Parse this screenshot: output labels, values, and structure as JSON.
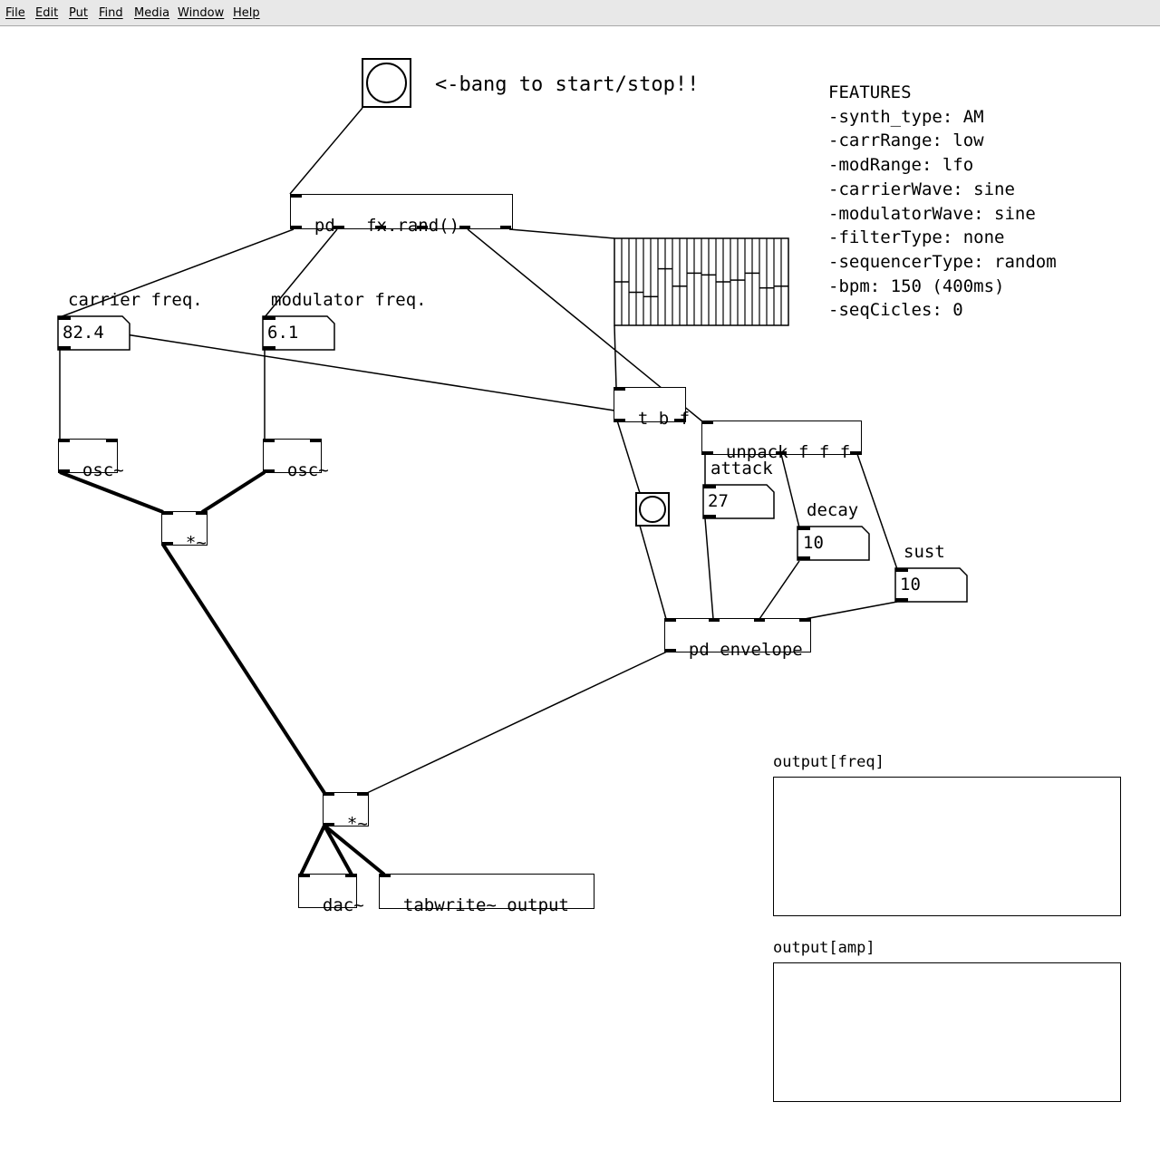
{
  "menu": [
    "File",
    "Edit",
    "Put",
    "Find",
    "Media",
    "Window",
    "Help"
  ],
  "start_label": "<-bang to start/stop!!",
  "features": {
    "title": "FEATURES",
    "items": [
      "-synth_type: AM",
      "-carrRange: low",
      "-modRange: lfo",
      "-carrierWave: sine",
      "-modulatorWave: sine",
      "-filterType: none",
      "-sequencerType: random",
      "-bpm: 150 (400ms)",
      "-seqCicles: 0"
    ]
  },
  "objects": {
    "fx_rand": "pd   fx.rand()",
    "osc_carrier": "osc~",
    "osc_modulator": "osc~",
    "mult_1": "*~",
    "mult_2": "*~",
    "dac": "dac~",
    "tabwrite": "tabwrite~ output",
    "trigger": "t b f",
    "unpack": "unpack f f f",
    "envelope": "pd envelope"
  },
  "labels": {
    "carrier": "carrier freq.",
    "modulator": "modulator freq.",
    "attack": "attack",
    "decay": "decay",
    "sust": "sust"
  },
  "numbers": {
    "carrier": "82.4",
    "modulator": "6.1",
    "attack": "27",
    "decay": "10",
    "sust": "10"
  },
  "sequencer": {
    "levels": [
      0.5,
      0.5,
      0.38,
      0.38,
      0.33,
      0.33,
      0.65,
      0.65,
      0.45,
      0.45,
      0.6,
      0.6,
      0.58,
      0.58,
      0.5,
      0.5,
      0.52,
      0.52,
      0.6,
      0.6,
      0.43,
      0.43,
      0.45,
      0.45
    ]
  },
  "graphs": {
    "freq": "output[freq]",
    "amp": "output[amp]"
  }
}
